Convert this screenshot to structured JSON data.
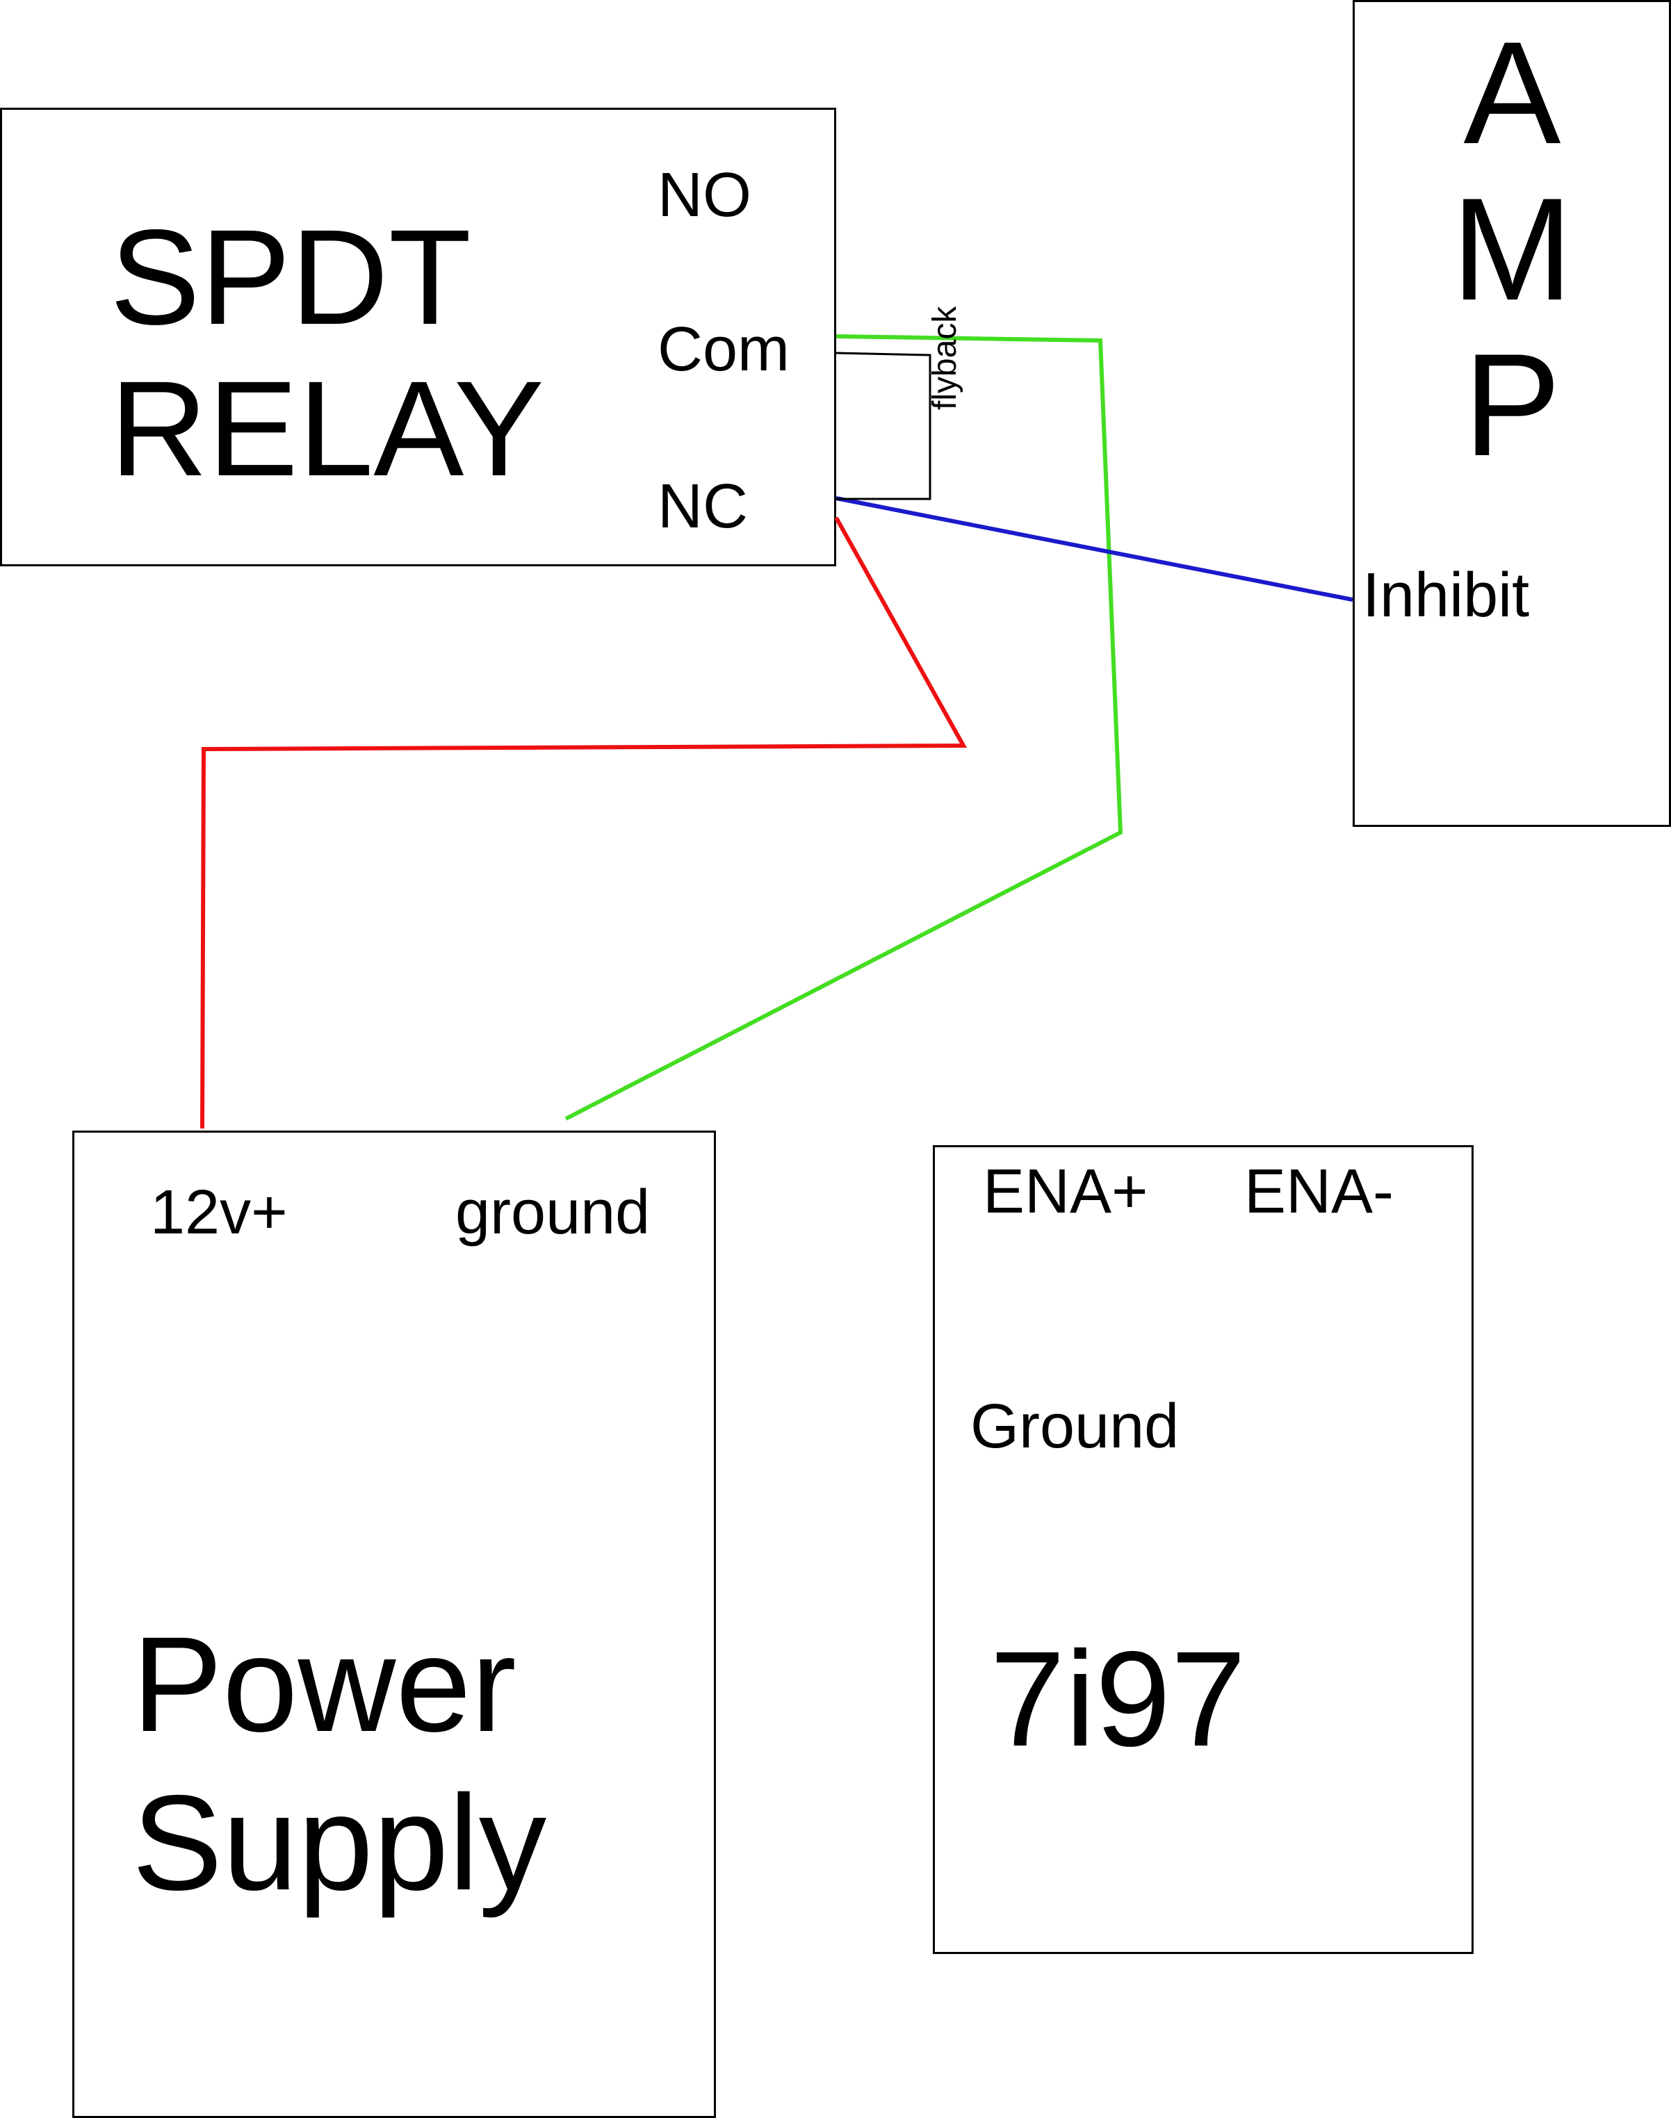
{
  "relay": {
    "title_lines": [
      "SPDT",
      "RELAY"
    ],
    "terminals": {
      "no": "NO",
      "com": "Com",
      "nc": "NC"
    }
  },
  "amp": {
    "title_letters": [
      "A",
      "M",
      "P"
    ],
    "inhibit": "Inhibit"
  },
  "power_supply": {
    "terminals": {
      "positive": "12v+",
      "ground": "ground"
    },
    "title_lines": [
      "Power",
      "Supply"
    ]
  },
  "board_7i97": {
    "terminals": {
      "ena_plus": "ENA+",
      "ena_minus": "ENA-",
      "ground": "Ground"
    },
    "title": "7i97"
  },
  "flyback": {
    "label": "flyback"
  },
  "colors": {
    "outline": "#000000",
    "wire_red": "#ee1111",
    "wire_green": "#44dd22",
    "wire_blue": "#1a1acc",
    "flyback_line": "#000000"
  }
}
